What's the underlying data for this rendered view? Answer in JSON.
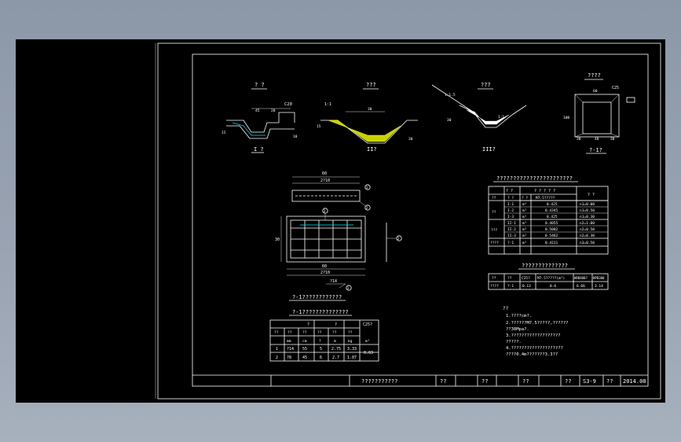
{
  "views": {
    "v1": {
      "title": "? ?",
      "label": "I ?",
      "dim_top": "C20",
      "dims": [
        "45",
        "20",
        "15",
        "10"
      ]
    },
    "v2": {
      "title": "???",
      "label": "II?",
      "dims": [
        "30",
        "15",
        "30"
      ],
      "note": "1:1"
    },
    "v3": {
      "title": "???",
      "label": "III?",
      "dims": [
        "1:1.5",
        "1:1",
        "30"
      ]
    },
    "v4": {
      "title": "????",
      "label": "?-1?",
      "dim_top": "C25",
      "dims": [
        "60",
        "100",
        "30",
        "40",
        "30"
      ]
    }
  },
  "plan": {
    "dim_top": "60",
    "dim_top2": "2?10",
    "dim_bottom": "60",
    "dim_bottom2": "2?10",
    "dim_side": "30",
    "callouts": [
      "1",
      "2",
      "3"
    ],
    "rebar": "?14",
    "caption": "?-1????????????"
  },
  "table1": {
    "title": "?-1??????????????",
    "headers_row1": [
      "",
      "?",
      "?",
      "C25?"
    ],
    "headers_row2": [
      "??",
      "??",
      "??",
      "??",
      "??",
      "??"
    ],
    "units": [
      "",
      "mm",
      "cm",
      "?",
      "m",
      "kg",
      "m³"
    ],
    "rows": [
      [
        "1",
        "?14",
        "55",
        "5",
        "2.75",
        "3.33",
        "0.03"
      ],
      [
        "2",
        "?8",
        "45",
        "6",
        "2.7",
        "1.07",
        ""
      ]
    ]
  },
  "table2": {
    "title": "???????????????????????",
    "header": [
      "? ?",
      "? ? ? ? ?",
      "? ?"
    ],
    "sub_header": [
      "??",
      "? ?",
      "? ?",
      "M7.5?????",
      ""
    ],
    "rows": [
      [
        "??",
        "I-1",
        "m³",
        "0.425",
        "n1=0.00"
      ],
      [
        "",
        "I-2",
        "m³",
        "0.4345",
        "n1=0.50"
      ],
      [
        "",
        "I-3",
        "m³",
        "0.425",
        "n1=0.30"
      ],
      [
        "???",
        "II-1",
        "m³",
        "0.4055",
        "n2=1.00"
      ],
      [
        "",
        "II-2",
        "m³",
        "0.5082",
        "n2=0.50"
      ],
      [
        "",
        "II-3",
        "m³",
        "0.5462",
        "n2=0.30"
      ],
      [
        "????",
        "?-1",
        "m³",
        "0.4211",
        "n3=0.50"
      ]
    ]
  },
  "table3": {
    "title": "??????????????",
    "header": [
      "??",
      "??",
      "C25?",
      "M7.5?????(m³)",
      "HRB400?",
      "HPB300"
    ],
    "row": [
      "????",
      "?-1",
      "0.13",
      "0.6",
      "6.66",
      "3.14"
    ]
  },
  "notes": {
    "heading": "??",
    "lines": [
      "1.????cm?.",
      "2.??????M7.5?????,??????",
      "  ??30Mpa?.",
      "3.???????????????????",
      "  ?????.",
      "4.????????????????????",
      "  ????0.4m???????3.3??"
    ]
  },
  "title_block": {
    "title": "???????????",
    "f1": "??",
    "f2": "??",
    "f3": "??",
    "f4": "??",
    "drawing_no": "S3-9",
    "f5": "??",
    "date": "2014.08"
  }
}
